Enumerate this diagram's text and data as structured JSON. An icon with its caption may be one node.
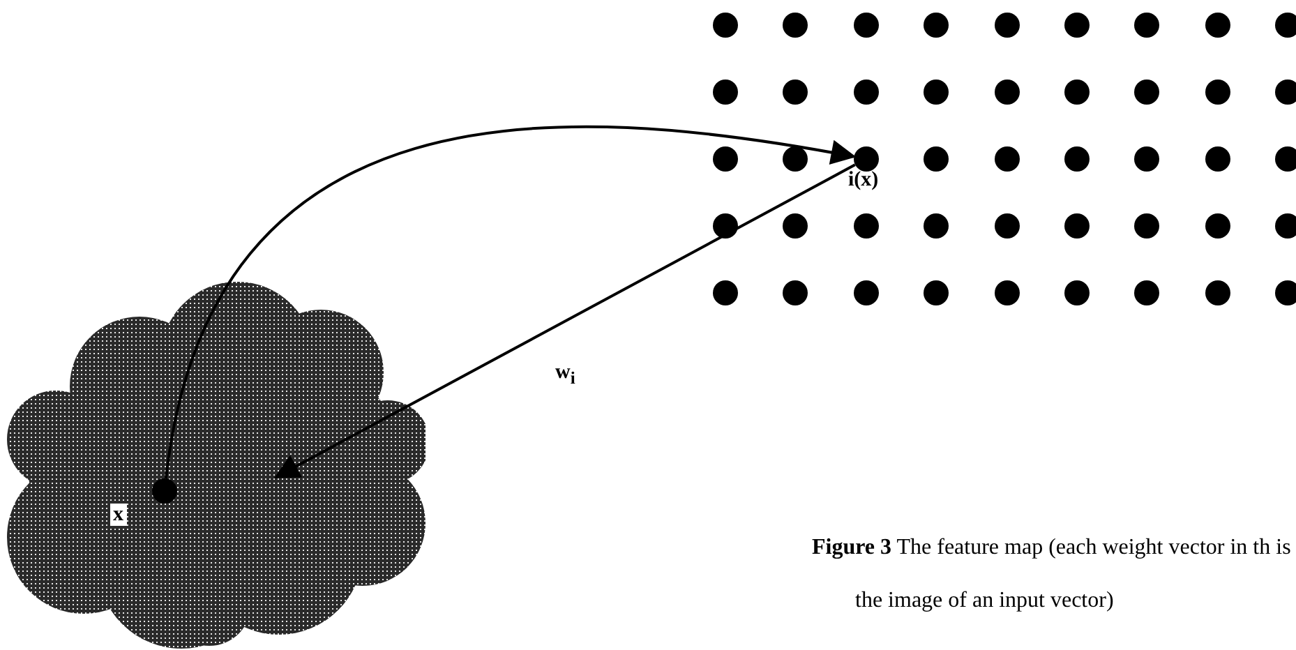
{
  "diagram": {
    "caption": "**Figure 3** The feature map (each weight vector in th is the image of an input vector)",
    "nodes": [
      {
        "text": [],
        "shape": "circle"
      },
      {
        "text": [],
        "shape": "circle"
      },
      {
        "text": [],
        "shape": "circle"
      },
      {
        "text": [],
        "shape": "circle"
      },
      {
        "text": [],
        "shape": "circle"
      },
      {
        "text": [],
        "shape": "circle"
      },
      {
        "text": [],
        "shape": "circle"
      },
      {
        "text": [],
        "shape": "circle"
      },
      {
        "text": [],
        "shape": "circle"
      },
      {
        "text": [],
        "shape": "circle"
      },
      {
        "text": [],
        "shape": "circle"
      },
      {
        "text": [],
        "shape": "circle"
      },
      {
        "text": [],
        "shape": "circle"
      },
      {
        "text": [],
        "shape": "circle"
      },
      {
        "text": [],
        "shape": "circle"
      },
      {
        "text": [],
        "shape": "circle"
      },
      {
        "text": [],
        "shape": "circle"
      },
      {
        "text": [],
        "shape": "circle"
      },
      {
        "text": [],
        "shape": "circle"
      },
      {
        "text": [],
        "shape": "circle"
      },
      {
        "text": [
          "i(x)"
        ]
      },
      {
        "text": [],
        "shape": "circle"
      },
      {
        "text": [],
        "shape": "circle"
      },
      {
        "text": [],
        "shape": "circle"
      },
      {
        "text": [],
        "shape": "circle"
      },
      {
        "text": [],
        "shape": "circle"
      },
      {
        "text": [],
        "shape": "circle"
      },
      {
        "text": [],
        "shape": "circle"
      },
      {
        "text": [],
        "shape": "circle"
      },
      {
        "text": [],
        "shape": "circle"
      },
      {
        "text": [],
        "shape": "circle"
      },
      {
        "text": [],
        "shape": "circle"
      },
      {
        "text": [],
        "shape": "circle"
      },
      {
        "text": [],
        "shape": "circle"
      },
      {
        "text": [],
        "shape": "circle"
      },
      {
        "text": [],
        "shape": "circle"
      },
      {
        "text": [],
        "shape": "circle"
      },
      {
        "text": [],
        "shape": "circle"
      },
      {
        "text": [],
        "shape": "circle"
      },
      {
        "text": [],
        "shape": "circle"
      },
      {
        "text": [],
        "shape": "circle"
      },
      {
        "text": [],
        "shape": "circle"
      },
      {
        "text": [],
        "shape": "circle"
      },
      {
        "text": [],
        "shape": "circle"
      },
      {
        "text": [],
        "shape": "circle"
      },
      {
        "text": [],
        "shape": "cloud"
      },
      {
        "text": [
          "x"
        ],
        "in": 45
      }
    ],
    "edges": [
      {
        "from": 46,
        "to": 20,
        "arrow": "to"
      },
      {
        "from": 20,
        "to": null,
        "arrow": "to",
        "label": "w$_{i}$"
      }
    ]
  }
}
